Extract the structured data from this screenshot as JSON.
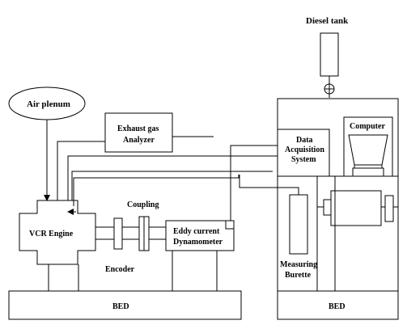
{
  "labels": {
    "diesel_tank": "Diesel tank",
    "air_plenum": "Air plenum",
    "exhaust_line1": "Exhaust gas",
    "exhaust_line2": "Analyzer",
    "daq_line1": "Data",
    "daq_line2": "Acquisition",
    "daq_line3": "System",
    "computer": "Computer",
    "coupling": "Coupling",
    "vcr_engine": "VCR Engine",
    "eddy_line1": "Eddy current",
    "eddy_line2": "Dynamometer",
    "encoder": "Encoder",
    "burette_line1": "Measuring",
    "burette_line2": "Burette",
    "bed_left": "BED",
    "bed_right": "BED"
  }
}
